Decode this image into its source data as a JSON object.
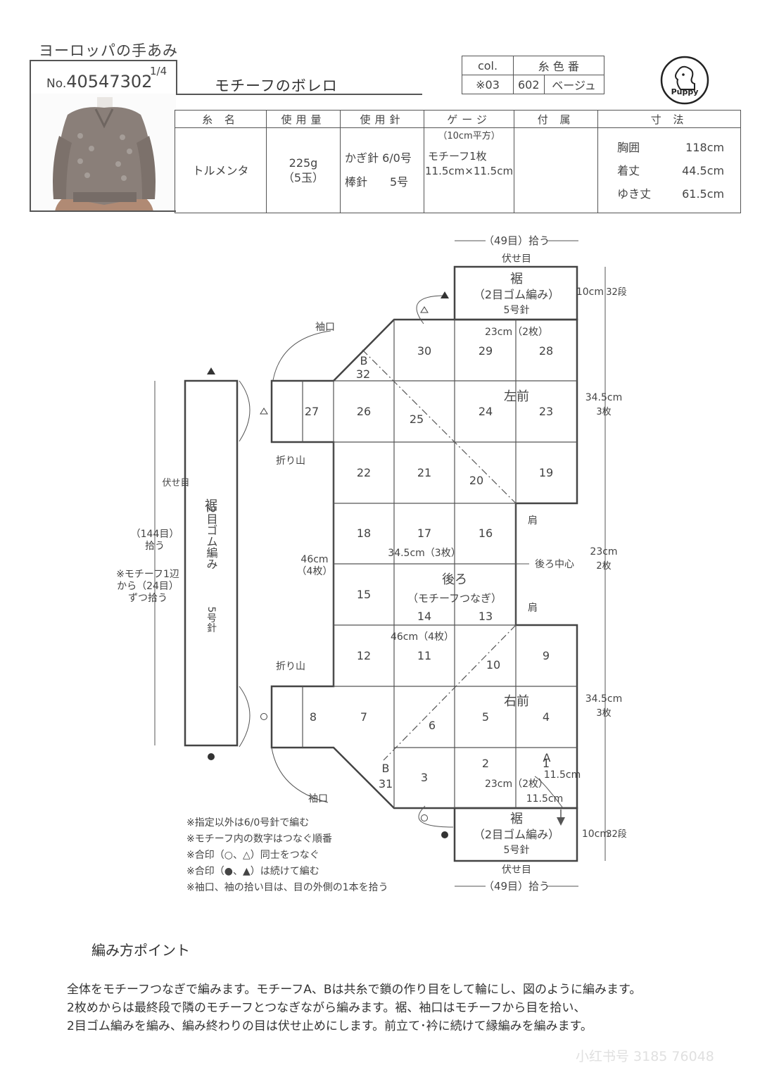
{
  "header": {
    "series": "ヨーロッパの手あみ",
    "pattern_prefix": "No.",
    "pattern_no": "40547302",
    "page": "1/4",
    "title": "モチーフのボレロ"
  },
  "color_table": {
    "head_col": "col.",
    "head_num": "糸 色 番",
    "row_col": "※03",
    "row_num": "602",
    "row_name": "ベージュ"
  },
  "logo_text": "Puppy",
  "spec": {
    "headers": [
      "糸 名",
      "使用量",
      "使用針",
      "ゲージ",
      "付 属",
      "寸 法"
    ],
    "yarn": "トルメンタ",
    "amount": "225g",
    "amount_balls": "（5玉）",
    "needle1": "かぎ針 6/0号",
    "needle2": "棒針　　5号",
    "gauge_note": "（10cm平方）",
    "gauge1": "モチーフ1枚",
    "gauge2": "11.5cm×11.5cm",
    "notions": "",
    "sizes": [
      {
        "label": "胸囲",
        "value": "118cm"
      },
      {
        "label": "着丈",
        "value": "44.5cm"
      },
      {
        "label": "ゆき丈",
        "value": "61.5cm"
      }
    ]
  },
  "diagram": {
    "hem_top_pick": "（49目）拾う",
    "hem_top_bind": "伏せ目",
    "hem_label": "裾",
    "hem_rib": "（2目ゴム編み）",
    "hem_needle": "5号針",
    "hem_h": "10cm",
    "hem_rows": "32段",
    "sleeve_cuff": "袖口",
    "w_23": "23cm（2枚）",
    "left_front": "左前",
    "right_front": "右前",
    "back": "後ろ",
    "back_sub": "（モチーフつなぎ）",
    "h_345": "34.5cm",
    "count_3": "3枚",
    "h_23": "23cm",
    "count_2": "2枚",
    "shoulder": "肩",
    "back_center": "後ろ中心",
    "w_345": "34.5cm（3枚）",
    "w_46": "46cm（4枚）",
    "h_46": "46cm",
    "count_4": "（4枚）",
    "fold": "折り山",
    "band_label": "裾",
    "band_rib": "2目ゴム編み",
    "band_needle": "5号針",
    "band_bind": "伏せ目",
    "band_pick": "（144目）",
    "band_pick2": "拾う",
    "band_note1": "※モチーフ1辺",
    "band_note2": "から（24目）",
    "band_note3": "ずつ拾う",
    "motif_a": "A",
    "motif_b": "B",
    "size_115": "11.5cm",
    "motif_numbers": [
      "1",
      "2",
      "3",
      "4",
      "5",
      "6",
      "7",
      "8",
      "9",
      "10",
      "11",
      "12",
      "13",
      "14",
      "15",
      "16",
      "17",
      "18",
      "19",
      "20",
      "21",
      "22",
      "23",
      "24",
      "25",
      "26",
      "27",
      "28",
      "29",
      "30",
      "31",
      "32"
    ]
  },
  "notes": [
    "※指定以外は6/0号針で編む",
    "※モチーフ内の数字はつなぐ順番",
    "※合印（○、△）同士をつなぐ",
    "※合印（●、▲）は続けて編む",
    "※袖口、袖の拾い目は、目の外側の1本を拾う"
  ],
  "points_title": "編み方ポイント",
  "points_body": [
    "全体をモチーフつなぎで編みます。モチーフA、Bは共糸で鎖の作り目をして輪にし、図のように編みます。",
    "2枚めからは最終段で隣のモチーフとつなぎながら編みます。裾、袖口はモチーフから目を拾い、",
    "2目ゴム編みを編み、編み終わりの目は伏せ止めにします。前立て･衿に続けて縁編みを編みます。"
  ],
  "watermark": "小红书号 3185 76048"
}
